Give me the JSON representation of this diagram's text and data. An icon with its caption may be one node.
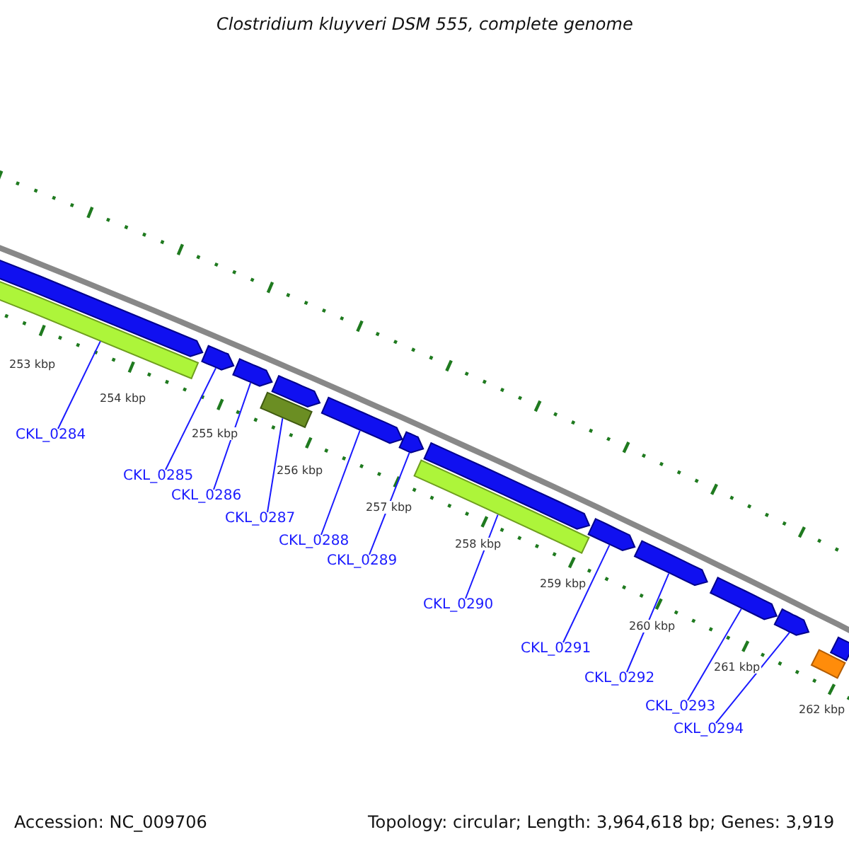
{
  "diagram": {
    "title": "Clostridium kluyveri DSM 555, complete genome",
    "nodes": [
      {
        "text": [
          "CKL_0284"
        ]
      },
      {
        "text": [
          "CKL_0285"
        ]
      },
      {
        "text": [
          "CKL_0286"
        ]
      },
      {
        "text": [
          "CKL_0287"
        ]
      },
      {
        "text": [
          "CKL_0288"
        ]
      },
      {
        "text": [
          "CKL_0289"
        ]
      },
      {
        "text": [
          "CKL_0290"
        ]
      },
      {
        "text": [
          "CKL_0291"
        ]
      },
      {
        "text": [
          "CKL_0292"
        ]
      },
      {
        "text": [
          "CKL_0293"
        ]
      },
      {
        "text": [
          "CKL_0294"
        ]
      },
      {
        "text": [],
        "shape": "pentagon"
      },
      {
        "text": [],
        "shape": "bar"
      },
      {
        "text": [],
        "shape": "pentagon"
      },
      {
        "text": [],
        "shape": "pentagon"
      },
      {
        "text": [],
        "shape": "bar"
      },
      {
        "text": [],
        "shape": "pentagon"
      },
      {
        "text": [],
        "shape": "pentagon"
      },
      {
        "text": [],
        "shape": "pentagon"
      },
      {
        "text": [],
        "shape": "pentagon"
      },
      {
        "text": [],
        "shape": "bar"
      },
      {
        "text": [],
        "shape": "pentagon"
      },
      {
        "text": [],
        "shape": "pentagon"
      },
      {
        "text": [],
        "shape": "pentagon"
      },
      {
        "text": [],
        "shape": "pentagon"
      },
      {
        "text": [],
        "shape": "bar"
      },
      {
        "text": [],
        "shape": "bar"
      }
    ],
    "edges": [
      {
        "from": 0,
        "to": 12,
        "arrow": "none"
      },
      {
        "from": 1,
        "to": 13,
        "arrow": "none"
      },
      {
        "from": 2,
        "to": 14,
        "arrow": "none"
      },
      {
        "from": 3,
        "to": 15,
        "arrow": "none"
      },
      {
        "from": 4,
        "to": 17,
        "arrow": "none"
      },
      {
        "from": 5,
        "to": 18,
        "arrow": "none"
      },
      {
        "from": 6,
        "to": 20,
        "arrow": "none"
      },
      {
        "from": 7,
        "to": 21,
        "arrow": "none"
      },
      {
        "from": 8,
        "to": 22,
        "arrow": "none"
      },
      {
        "from": 9,
        "to": 23,
        "arrow": "none"
      },
      {
        "from": 10,
        "to": 24,
        "arrow": "none"
      }
    ],
    "labels": [
      "253 kbp",
      "254 kbp",
      "255 kbp",
      "256 kbp",
      "257 kbp",
      "258 kbp",
      "259 kbp",
      "260 kbp",
      "261 kbp",
      "262 kbp",
      "Accession: NC_009706",
      "Topology: circular; Length: 3,964,618 bp; Genes: 3,919"
    ]
  }
}
